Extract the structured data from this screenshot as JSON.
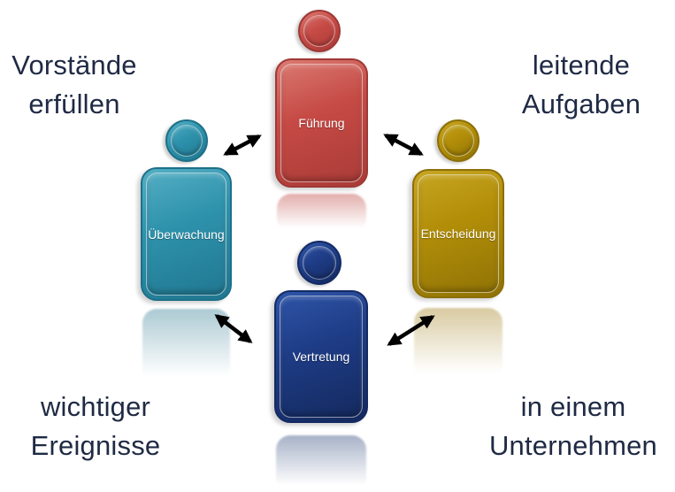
{
  "diagram": {
    "title": "Vorstand roles diagram",
    "text_color": "#1F2A44",
    "arrow_color": "#000000",
    "background_color": "#FFFFFF",
    "corner_texts": {
      "top_left": {
        "line1": "Vorstände",
        "line2": "erfüllen"
      },
      "top_right": {
        "line1": "leitende",
        "line2": "Aufgaben"
      },
      "bottom_left": {
        "line1": "wichtiger",
        "line2": "Ereignisse"
      },
      "bottom_right": {
        "line1": "in einem",
        "line2": "Unternehmen"
      }
    },
    "figures": [
      {
        "id": "fuehrung",
        "label": "Führung",
        "position": "top-center",
        "colors": {
          "fill": "#C64A45",
          "light": "#DA7A72",
          "dark": "#A93B37",
          "border": "#9E3835",
          "reflection": "rgba(198,95,90,0.5)"
        }
      },
      {
        "id": "ueberwachung",
        "label": "Überwachung",
        "position": "middle-left",
        "colors": {
          "fill": "#2E92AC",
          "light": "#55AFC4",
          "dark": "#20768F",
          "border": "#1D7089",
          "reflection": "rgba(90,150,168,0.5)"
        }
      },
      {
        "id": "entscheidung",
        "label": "Entscheidung",
        "position": "middle-right",
        "colors": {
          "fill": "#B28E08",
          "light": "#C7A623",
          "dark": "#8F7206",
          "border": "#8C6F06",
          "reflection": "rgba(185,160,85,0.55)"
        }
      },
      {
        "id": "vertretung",
        "label": "Vertretung",
        "position": "bottom-center",
        "colors": {
          "fill": "#1E3C86",
          "light": "#2F55A8",
          "dark": "#14295C",
          "border": "#132A63",
          "reflection": "rgba(95,115,155,0.55)"
        }
      }
    ],
    "connections": [
      {
        "from": "Überwachung",
        "to": "Führung",
        "style": "double-headed-arrow"
      },
      {
        "from": "Führung",
        "to": "Entscheidung",
        "style": "double-headed-arrow"
      },
      {
        "from": "Überwachung",
        "to": "Vertretung",
        "style": "double-headed-arrow"
      },
      {
        "from": "Vertretung",
        "to": "Entscheidung",
        "style": "double-headed-arrow"
      }
    ]
  }
}
